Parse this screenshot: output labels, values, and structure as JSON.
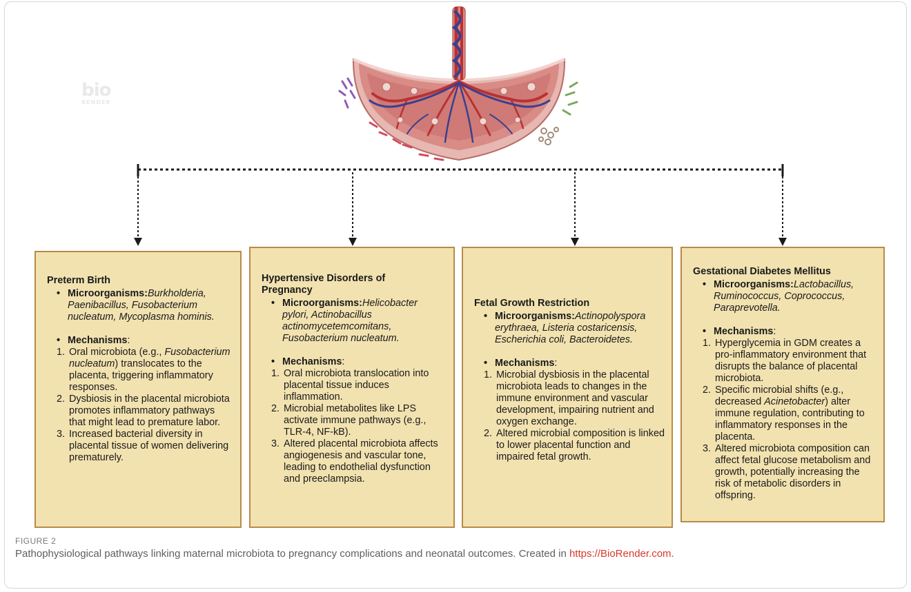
{
  "watermark": {
    "big": "bio",
    "small": "RENDER"
  },
  "colors": {
    "box_fill": "#f2e2b0",
    "box_border": "#b98a45",
    "connector": "#1a1a1a",
    "caption_link": "#d7382b",
    "placenta_tissue": "#d98b86",
    "artery": "#b83232",
    "vein": "#3b3f8f"
  },
  "illustration": {
    "icon": "placenta-illustration-icon"
  },
  "boxes": [
    {
      "title": "Preterm Birth",
      "micro_label": "Microorganisms:",
      "micro_text": "Burkholderia, Paenibacillus, Fusobacterium nucleatum, Mycoplasma hominis.",
      "mech_label": "Mechanisms",
      "mech_colon": ":",
      "mechanisms": [
        {
          "pre": "Oral microbiota (e.g., ",
          "em": "Fusobacterium nucleatum",
          "post": ") translocates to the placenta, triggering inflammatory responses."
        },
        {
          "pre": "Dysbiosis in the placental microbiota promotes inflammatory pathways that might lead to premature labor.",
          "em": "",
          "post": ""
        },
        {
          "pre": "Increased bacterial diversity in placental tissue of women delivering prematurely.",
          "em": "",
          "post": ""
        }
      ]
    },
    {
      "title": "Hypertensive Disorders of Pregnancy",
      "micro_label": "Microorganisms:",
      "micro_text": "Helicobacter pylori, Actinobacillus actinomycetemcomitans, Fusobacterium nucleatum.",
      "mech_label": "Mechanisms",
      "mech_colon": ":",
      "mechanisms": [
        {
          "pre": "Oral microbiota translocation into placental tissue induces inflammation.",
          "em": "",
          "post": ""
        },
        {
          "pre": "Microbial metabolites like LPS activate immune pathways (e.g., TLR-4, NF-kB).",
          "em": "",
          "post": ""
        },
        {
          "pre": "Altered placental microbiota affects angiogenesis and vascular tone, leading to endothelial dysfunction and preeclampsia.",
          "em": "",
          "post": ""
        }
      ]
    },
    {
      "title": "Fetal Growth Restriction",
      "micro_label": "Microorganisms:",
      "micro_text": "Actinopolyspora erythraea, Listeria costaricensis, Escherichia coli, Bacteroidetes.",
      "mech_label": "Mechanisms",
      "mech_colon": ":",
      "mechanisms": [
        {
          "pre": "Microbial dysbiosis in the placental microbiota leads to changes in the immune environment and vascular development, impairing nutrient and oxygen exchange.",
          "em": "",
          "post": ""
        },
        {
          "pre": "Altered microbial composition is linked to lower placental function and impaired fetal growth.",
          "em": "",
          "post": ""
        }
      ]
    },
    {
      "title": "Gestational Diabetes Mellitus",
      "micro_label": "Microorganisms:",
      "micro_text": "Lactobacillus, Ruminococcus, Coprococcus, Paraprevotella.",
      "mech_label": "Mechanisms",
      "mech_colon": ":",
      "mechanisms": [
        {
          "pre": "Hyperglycemia in GDM creates a pro-inflammatory environment that disrupts the balance of placental microbiota.",
          "em": "",
          "post": ""
        },
        {
          "pre": "Specific microbial shifts (e.g., decreased ",
          "em": "Acinetobacter",
          "post": ") alter immune regulation, contributing to inflammatory responses in the placenta."
        },
        {
          "pre": "Altered microbiota composition can affect fetal glucose metabolism and growth, potentially increasing the risk of metabolic disorders in offspring.",
          "em": "",
          "post": ""
        }
      ]
    }
  ],
  "caption": {
    "label": "FIGURE 2",
    "text": "Pathophysiological pathways linking maternal microbiota to pregnancy complications and neonatal outcomes. Created in ",
    "link": "https://BioRender.com",
    "end": "."
  }
}
